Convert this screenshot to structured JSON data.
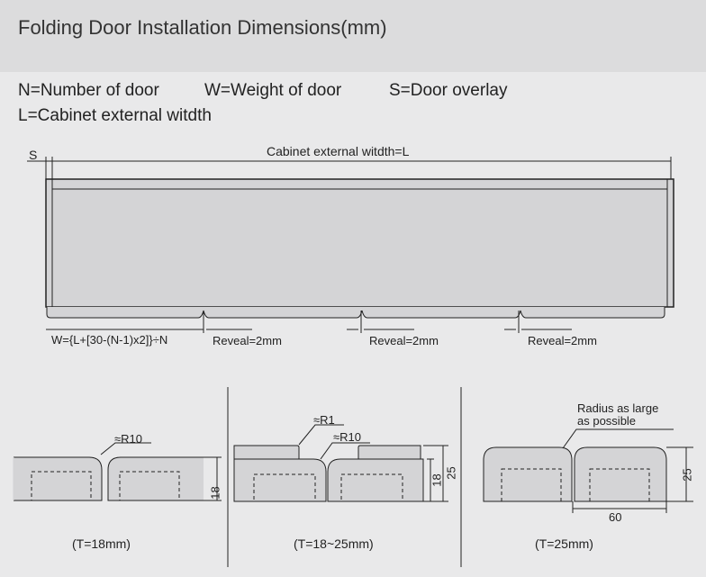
{
  "title": "Folding Door Installation Dimensions(mm)",
  "legend": {
    "n": "N=Number of door",
    "w": "W=Weight of door",
    "s": "S=Door overlay",
    "l": "L=Cabinet external witdth"
  },
  "main_diagram": {
    "s_label": "S",
    "top_dim": "Cabinet external witdth=L",
    "w_formula": "W={L+[30-(N-1)x2]}÷N",
    "reveal": [
      "Reveal=2mm",
      "Reveal=2mm",
      "Reveal=2mm"
    ]
  },
  "details": [
    {
      "caption": "(T=18mm)",
      "radius": "≈R10",
      "dim": "18"
    },
    {
      "caption": "(T=18~25mm)",
      "radius_small": "≈R1",
      "radius": "≈R10",
      "dim_inner": "18",
      "dim_outer": "25"
    },
    {
      "caption": "(T=25mm)",
      "note_line1": "Radius as large",
      "note_line2": "as possible",
      "dim": "25",
      "width": "60"
    }
  ]
}
